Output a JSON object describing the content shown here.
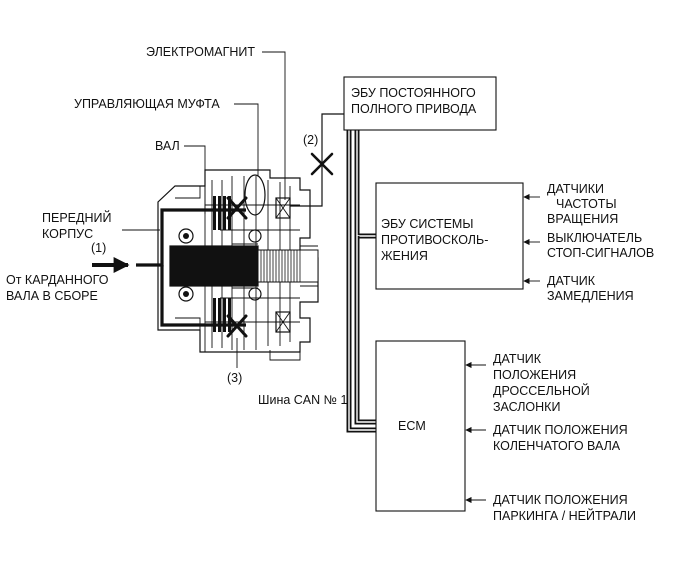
{
  "labels": {
    "electromagnet": "ЭЛЕКТРОМАГНИТ",
    "control_clutch": "УПРАВЛЯЮЩАЯ МУФТА",
    "shaft": "ВАЛ",
    "front_housing_1": "ПЕРЕДНИЙ",
    "front_housing_2": "КОРПУС",
    "marker_1": "(1)",
    "marker_2": "(2)",
    "marker_3": "(3)",
    "from_prop_1": "От КАРДАННОГО",
    "from_prop_2": "ВАЛА В СБОРЕ",
    "can_bus": "Шина CAN № 1"
  },
  "ecus": {
    "awd_1": "ЭБУ ПОСТОЯННОГО",
    "awd_2": "ПОЛНОГО ПРИВОДА",
    "pcs_1": "ЭБУ СИСТЕМЫ",
    "pcs_2": "ПРОТИВОСКОЛЬ-",
    "pcs_3": "ЖЕНИЯ",
    "ecm": "ECM"
  },
  "sensors": {
    "speed_1": "ДАТЧИКИ",
    "speed_2": "ЧАСТОТЫ",
    "speed_3": "ВРАЩЕНИЯ",
    "stop_1": "ВЫКЛЮЧАТЕЛЬ",
    "stop_2": "СТОП-СИГНАЛОВ",
    "decel_1": "ДАТЧИК",
    "decel_2": "ЗАМЕДЛЕНИЯ",
    "throttle_1": "ДАТЧИК",
    "throttle_2": "ПОЛОЖЕНИЯ",
    "throttle_3": "ДРОССЕЛЬНОЙ",
    "throttle_4": "ЗАСЛОНКИ",
    "crank_1": "ДАТЧИК ПОЛОЖЕНИЯ",
    "crank_2": "КОЛЕНЧАТОГО ВАЛА",
    "park_1": "ДАТЧИК ПОЛОЖЕНИЯ",
    "park_2": "ПАРКИНГА / НЕЙТРАЛИ"
  }
}
